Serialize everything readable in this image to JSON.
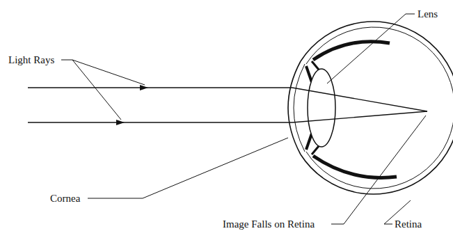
{
  "diagram": {
    "labels": [
      "Light Rays",
      "Lens",
      "Cornea",
      "Image Falls on Retina",
      "Retina"
    ]
  }
}
